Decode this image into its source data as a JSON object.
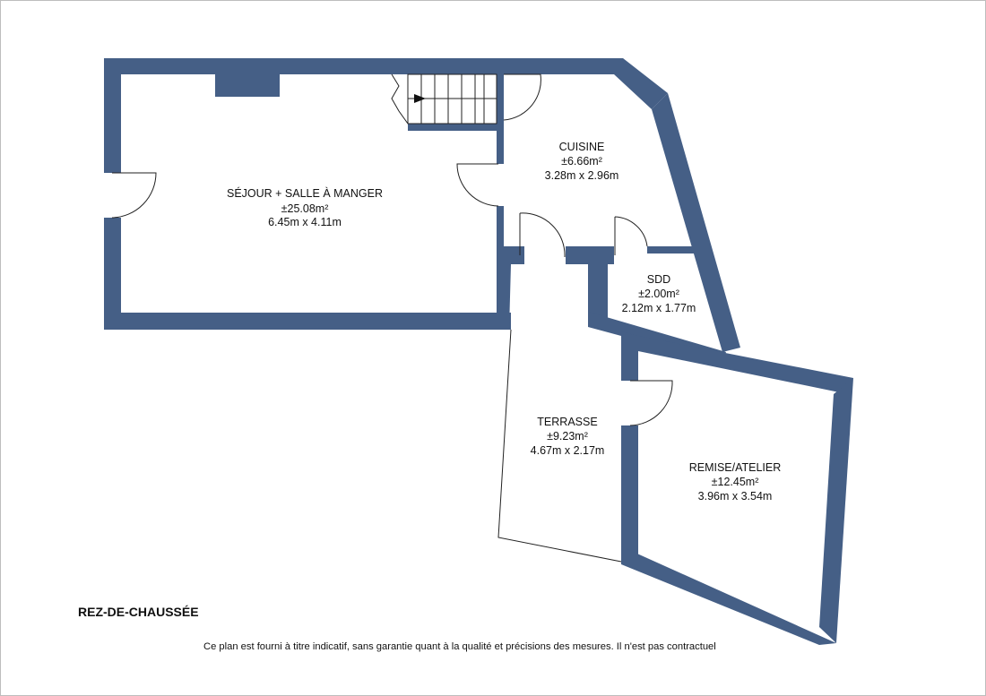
{
  "floor": {
    "title": "REZ-DE-CHAUSSÉE"
  },
  "disclaimer": "Ce plan est fourni à titre indicatif, sans garantie quant à la qualité et précisions des mesures. Il n'est pas contractuel",
  "colors": {
    "wall": "#455f86",
    "line": "#222222"
  },
  "rooms": {
    "sejour": {
      "name": "SÉJOUR + SALLE À MANGER",
      "area": "±25.08m²",
      "dims": "6.45m x 4.11m"
    },
    "cuisine": {
      "name": "CUISINE",
      "area": "±6.66m²",
      "dims": "3.28m x 2.96m"
    },
    "sdd": {
      "name": "SDD",
      "area": "±2.00m²",
      "dims": "2.12m x 1.77m"
    },
    "terrasse": {
      "name": "TERRASSE",
      "area": "±9.23m²",
      "dims": "4.67m x 2.17m"
    },
    "remise": {
      "name": "REMISE/ATELIER",
      "area": "±12.45m²",
      "dims": "3.96m x 3.54m"
    }
  }
}
